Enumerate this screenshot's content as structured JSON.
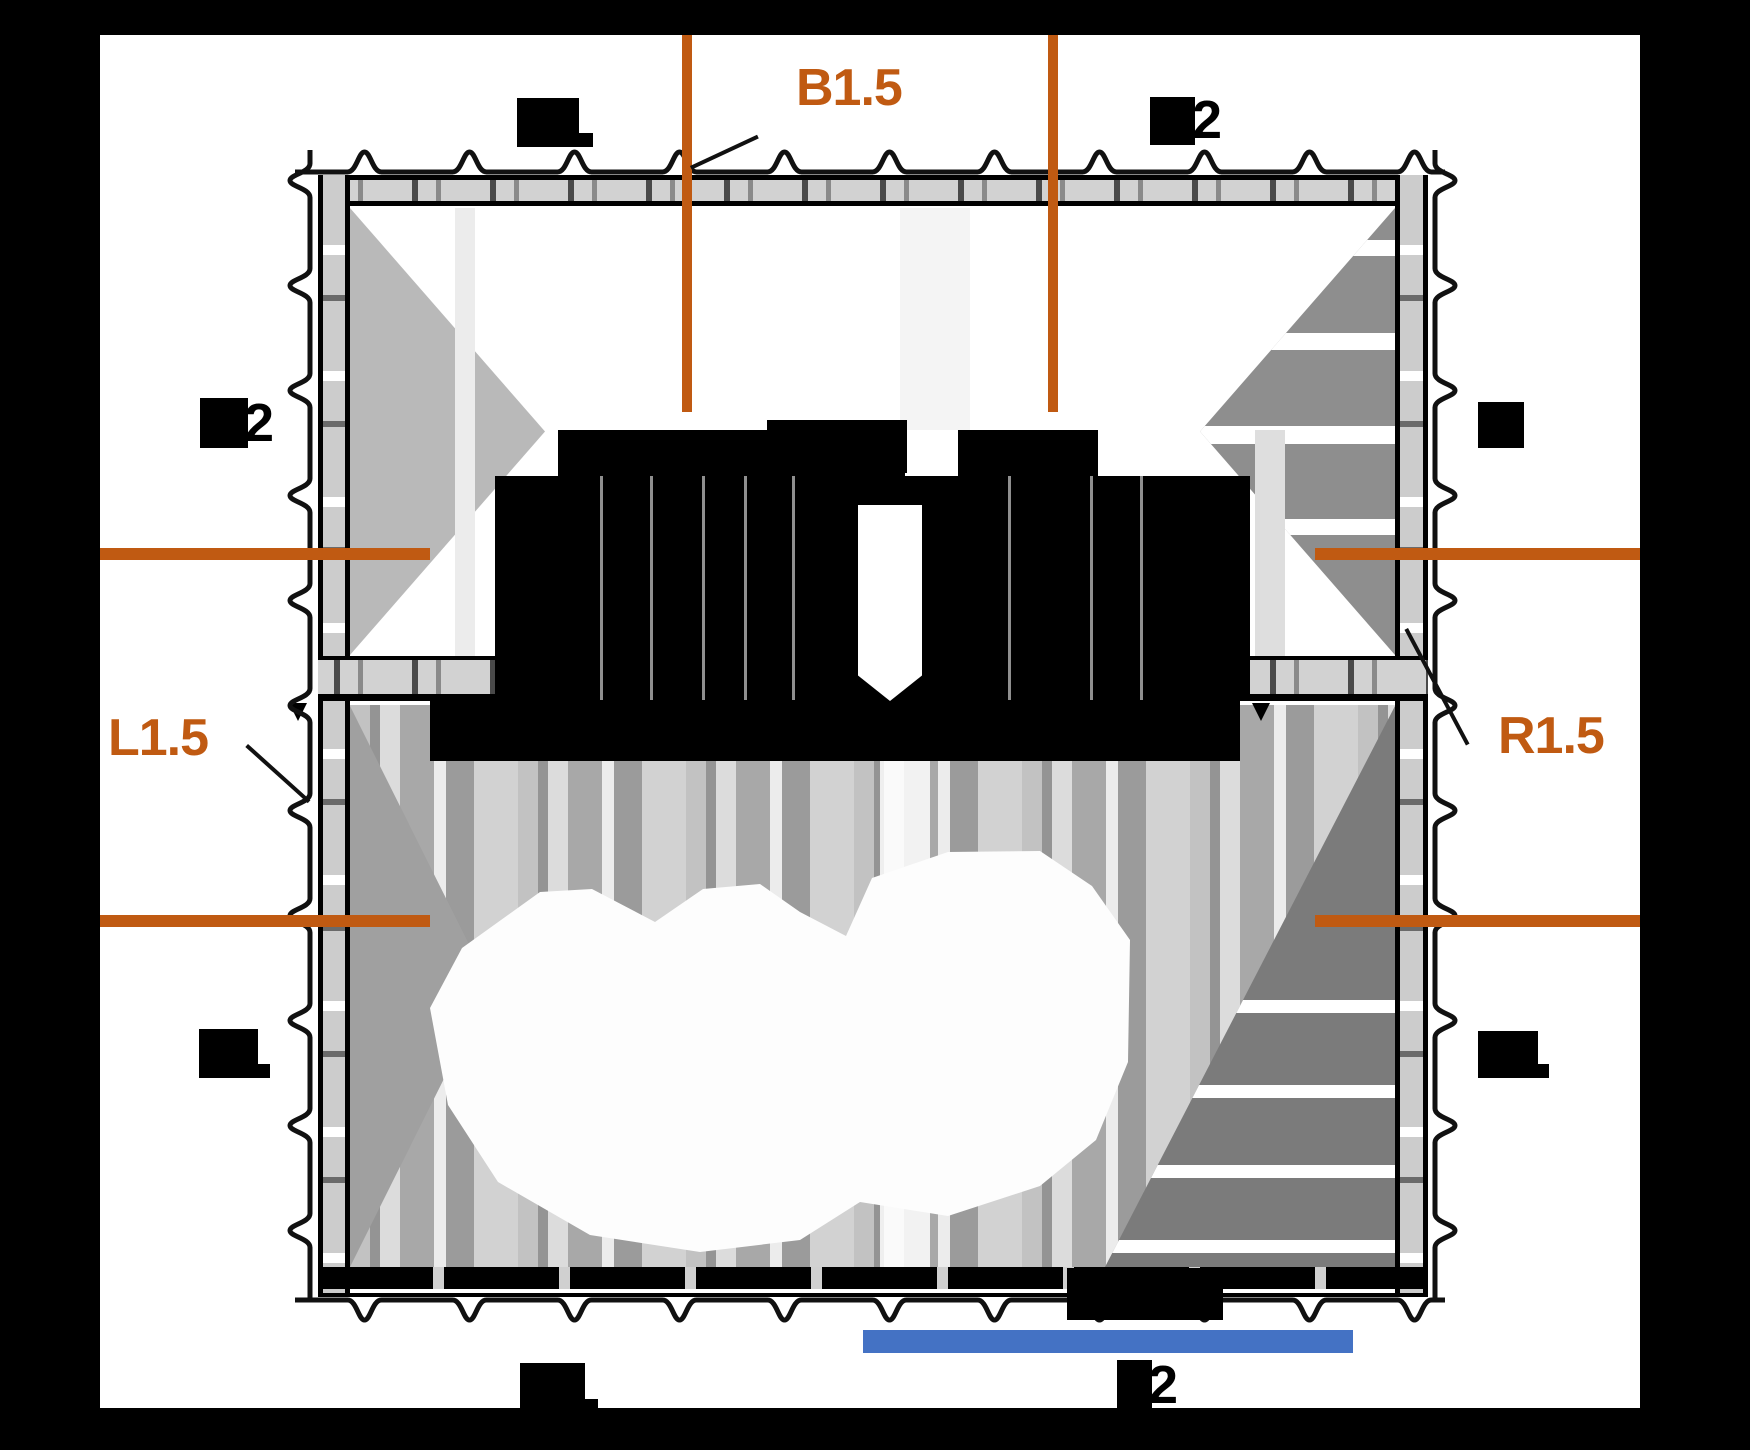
{
  "diagram": {
    "kind": "panel measurement diagram with redacted annotations",
    "labels": {
      "top_center": "B1.5",
      "left_middle": "L1.5",
      "right_middle": "R1.5",
      "top_right_digit": "2",
      "left_top_digit": "2",
      "bottom_right_digit": "2"
    },
    "colors": {
      "dimension_orange": "#C05A12",
      "highlight_blue": "#4472C4"
    }
  }
}
